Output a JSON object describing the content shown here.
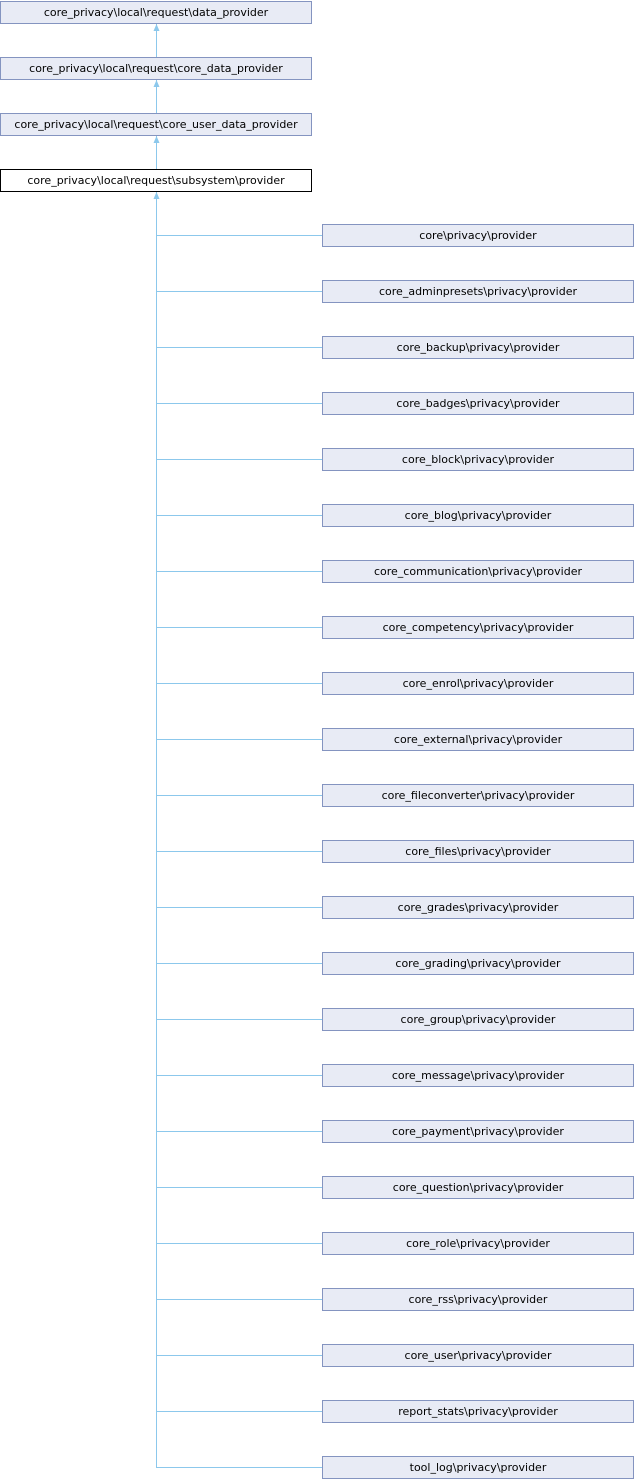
{
  "ancestors": [
    "core_privacy\\local\\request\\data_provider",
    "core_privacy\\local\\request\\core_data_provider",
    "core_privacy\\local\\request\\core_user_data_provider"
  ],
  "current": "core_privacy\\local\\request\\subsystem\\provider",
  "children": [
    "core\\privacy\\provider",
    "core_adminpresets\\privacy\\provider",
    "core_backup\\privacy\\provider",
    "core_badges\\privacy\\provider",
    "core_block\\privacy\\provider",
    "core_blog\\privacy\\provider",
    "core_communication\\privacy\\provider",
    "core_competency\\privacy\\provider",
    "core_enrol\\privacy\\provider",
    "core_external\\privacy\\provider",
    "core_fileconverter\\privacy\\provider",
    "core_files\\privacy\\provider",
    "core_grades\\privacy\\provider",
    "core_grading\\privacy\\provider",
    "core_group\\privacy\\provider",
    "core_message\\privacy\\provider",
    "core_payment\\privacy\\provider",
    "core_question\\privacy\\provider",
    "core_role\\privacy\\provider",
    "core_rss\\privacy\\provider",
    "core_user\\privacy\\provider",
    "report_stats\\privacy\\provider",
    "tool_log\\privacy\\provider"
  ],
  "colors": {
    "edge": "#8cc8ec",
    "box_fill": "#e8ebf5",
    "box_border": "#8494c0"
  }
}
